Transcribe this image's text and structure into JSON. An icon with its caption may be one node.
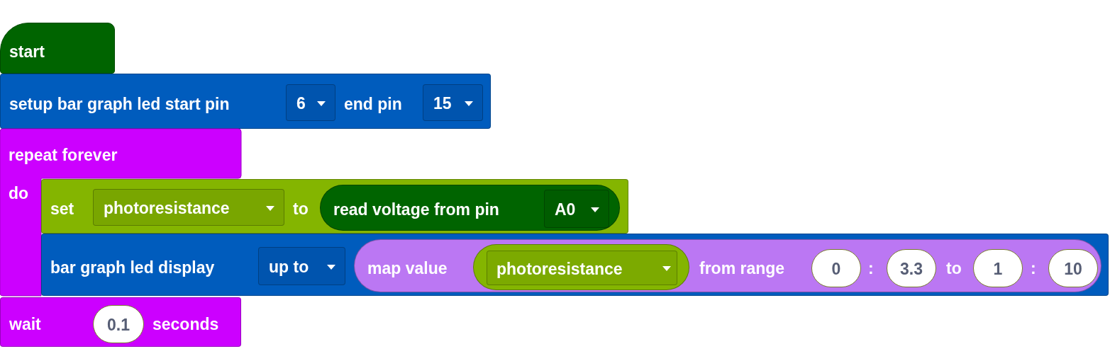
{
  "diagram": {
    "nodes": [
      {
        "text": [
          "start"
        ]
      },
      {
        "text": [
          "setup bar graph led start pin",
          "end pin"
        ]
      },
      {
        "text": [
          "6"
        ],
        "in": 1
      },
      {
        "text": [
          "15"
        ],
        "in": 1
      },
      {
        "text": [
          "repeat forever",
          "do"
        ]
      },
      {
        "text": [
          "set",
          "to"
        ]
      },
      {
        "text": [
          "photoresistance"
        ],
        "in": 5
      },
      {
        "text": [
          "read voltage from pin"
        ],
        "in": 5
      },
      {
        "text": [
          "A0"
        ],
        "in": 7
      },
      {
        "text": [
          "bar graph led display"
        ]
      },
      {
        "text": [
          "up to"
        ],
        "in": 9
      },
      {
        "text": [
          "map value",
          "from range",
          ":",
          "to",
          ":"
        ],
        "in": 9
      },
      {
        "text": [
          "photoresistance"
        ],
        "in": 11
      },
      {
        "text": [
          "0"
        ],
        "in": 11
      },
      {
        "text": [
          "3.3"
        ],
        "in": 11
      },
      {
        "text": [
          "1"
        ],
        "in": 11
      },
      {
        "text": [
          "10"
        ],
        "in": 11
      },
      {
        "text": [
          "wait",
          "seconds"
        ]
      },
      {
        "text": [
          "0.1"
        ],
        "in": 17
      }
    ]
  }
}
